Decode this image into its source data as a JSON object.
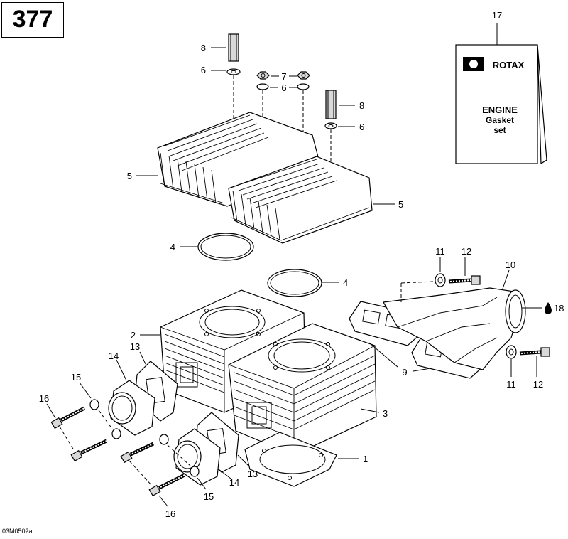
{
  "page_number": "377",
  "reference": "03M0502a",
  "kit": {
    "brand": "ROTAX",
    "line1": "ENGINE",
    "line2": "Gasket",
    "line3": "set"
  },
  "callouts": {
    "c1": "1",
    "c2": "2",
    "c3": "3",
    "c4a": "4",
    "c4b": "4",
    "c5a": "5",
    "c5b": "5",
    "c6a": "6",
    "c6b": "6",
    "c6c": "6",
    "c7": "7",
    "c8a": "8",
    "c8b": "8",
    "c9": "9",
    "c10": "10",
    "c11a": "11",
    "c11b": "11",
    "c12a": "12",
    "c12b": "12",
    "c13a": "13",
    "c13b": "13",
    "c14a": "14",
    "c14b": "14",
    "c15a": "15",
    "c15b": "15",
    "c16a": "16",
    "c16b": "16",
    "c17": "17",
    "c18": "18"
  }
}
